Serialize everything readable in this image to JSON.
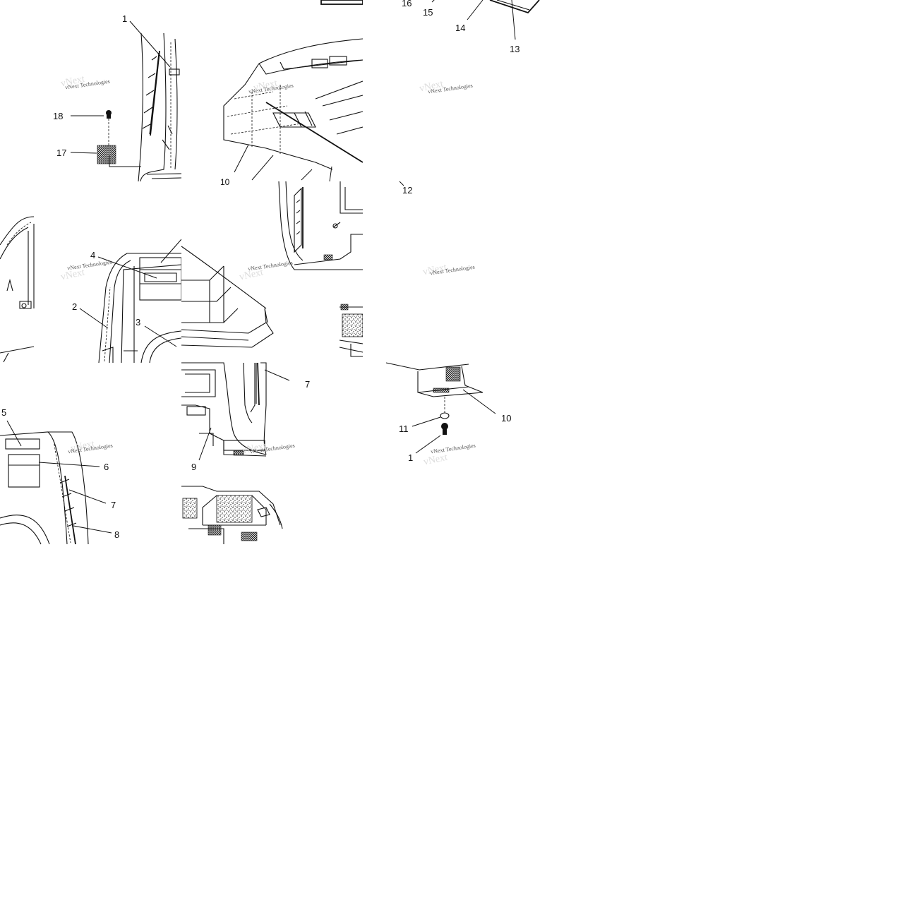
{
  "diagram": {
    "callouts": {
      "c1_top": "1",
      "c18": "18",
      "c17": "17",
      "c16": "16",
      "c15": "15",
      "c14": "14",
      "c13": "13",
      "c12": "12",
      "c10_partial": "10",
      "c4": "4",
      "c2": "2",
      "c3": "3",
      "c5": "5",
      "c6": "6",
      "c7a": "7",
      "c8": "8",
      "c7b": "7",
      "c9": "9",
      "c10": "10",
      "c11": "11",
      "c1_bottom": "1"
    },
    "watermark": "vNext Technologies",
    "line_color": "#111111",
    "background": "#ffffff"
  }
}
